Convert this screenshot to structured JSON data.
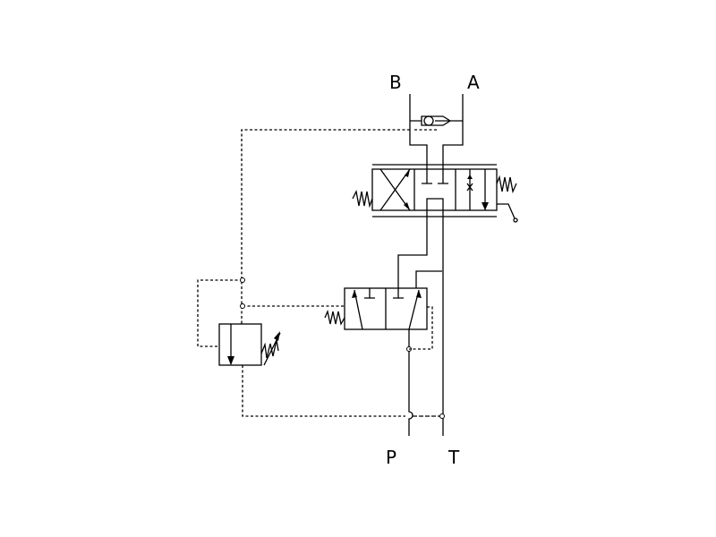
{
  "diagram": {
    "title": "",
    "ports": {
      "b": "B",
      "a": "A",
      "p": "P",
      "t": "T"
    },
    "colors": {
      "line": "#000000",
      "background": "#ffffff"
    }
  }
}
